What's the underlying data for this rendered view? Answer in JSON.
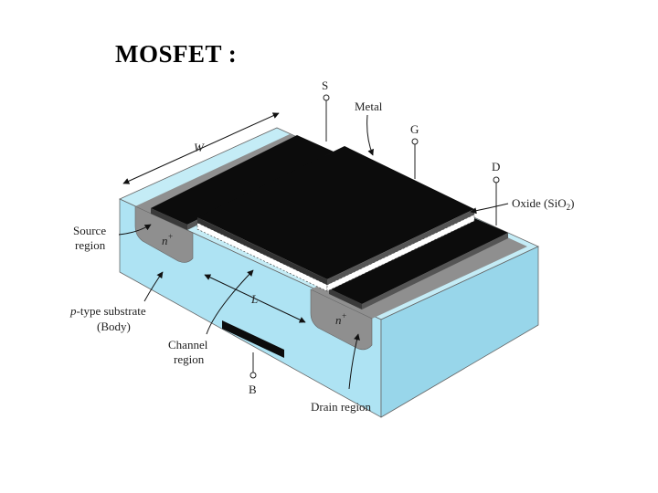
{
  "slide": {
    "title": "MOSFET :"
  },
  "diagram": {
    "terminals": {
      "source": "S",
      "gate": "G",
      "drain": "D",
      "body": "B"
    },
    "labels": {
      "metal": "Metal",
      "oxide": "Oxide (SiO",
      "oxide_sub": "2",
      "oxide_close": ")",
      "source_region_1": "Source",
      "source_region_2": "region",
      "substrate_1_italic": "p",
      "substrate_1_rest": "-type substrate",
      "substrate_2": "(Body)",
      "channel_1": "Channel",
      "channel_2": "region",
      "drain_region": "Drain region",
      "width": "W",
      "length": "L",
      "n_plus_base": "n",
      "n_plus_sup": "+"
    },
    "colors": {
      "substrate_top": "#c4ecf6",
      "substrate_front": "#aee3f3",
      "substrate_side": "#98d6ea",
      "n_region": "#8f8f8f",
      "metal": "#0c0c0c",
      "oxide": "#ffffff"
    }
  }
}
